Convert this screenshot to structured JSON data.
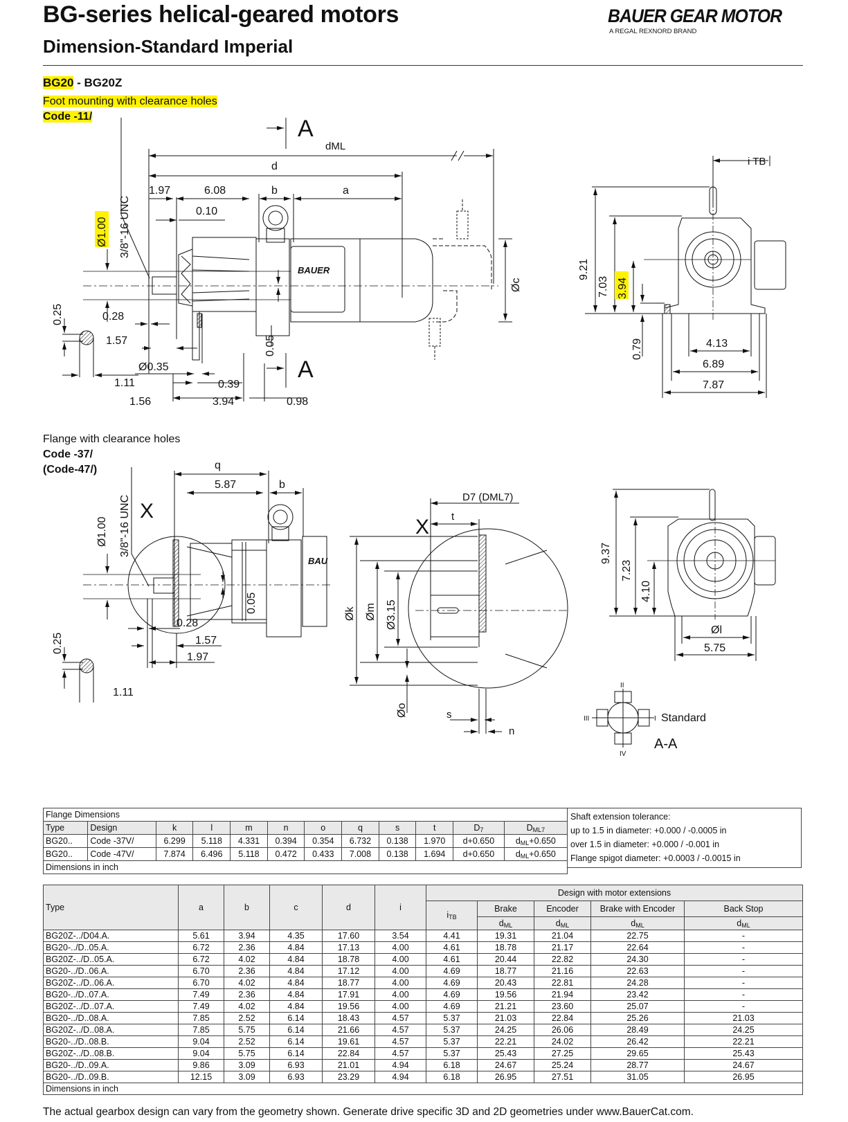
{
  "header": {
    "title": "BG-series helical-geared motors",
    "subtitle": "Dimension-Standard Imperial",
    "brand": "BAUER GEAR MOTOR",
    "brand_tagline": "A REGAL REXNORD BRAND",
    "highlight_color": "#fff200"
  },
  "model": {
    "primary": "BG20",
    "separator": " - ",
    "secondary": "BG20Z"
  },
  "section_foot": {
    "title": "Foot mounting with clearance holes",
    "code": "Code -11/"
  },
  "section_flange": {
    "title": "Flange with clearance holes",
    "code": "Code -37/",
    "code_alt": "(Code-47/)"
  },
  "drawing_foot": {
    "section_marker": "A",
    "labels": {
      "dML": "dML",
      "d": "d",
      "b": "b",
      "a": "a",
      "c": "Øc",
      "iTB": "i TB",
      "d197": "1.97",
      "d608": "6.08",
      "d010": "0.10",
      "shaft_dia": "Ø1.00",
      "thread": "3/8\"-16 UNC",
      "d025": "0.25",
      "d028": "0.28",
      "d157": "1.57",
      "hole": "Ø0.35",
      "d111": "1.11",
      "d039": "0.39",
      "d156": "1.56",
      "d394b": "3.94",
      "d098": "0.98",
      "d005": "0.05",
      "h921": "9.21",
      "h703": "7.03",
      "h394": "3.94",
      "h079": "0.79",
      "w413": "4.13",
      "w689": "6.89",
      "w787": "7.87",
      "logo": "BAUER"
    }
  },
  "drawing_flange": {
    "labels": {
      "q": "q",
      "d587": "5.87",
      "b": "b",
      "X": "X",
      "shaft_dia": "Ø1.00",
      "thread": "3/8\"-16 UNC",
      "d005": "0.05",
      "d028": "0.28",
      "d157": "1.57",
      "d197": "1.97",
      "d025": "0.25",
      "d111": "1.11",
      "D7": "D7 (DML7)",
      "t": "t",
      "k": "Øk",
      "m": "Øm",
      "d315": "Ø3.15",
      "o": "Øo",
      "s": "s",
      "n": "n",
      "h937": "9.37",
      "h723": "7.23",
      "h410": "4.10",
      "l": "Øl",
      "w575": "5.75",
      "pos_I": "I",
      "pos_II": "II",
      "pos_III": "III",
      "pos_IV": "IV",
      "standard": "Standard",
      "section": "A-A",
      "logo": "BAU"
    }
  },
  "flange_table": {
    "title": "Flange Dimensions",
    "headers": [
      "Type",
      "Design",
      "k",
      "l",
      "m",
      "n",
      "o",
      "q",
      "s",
      "t",
      "D7",
      "DML7"
    ],
    "rows": [
      [
        "BG20..",
        "Code -37V/",
        "6.299",
        "5.118",
        "4.331",
        "0.394",
        "0.354",
        "6.732",
        "0.138",
        "1.970",
        "d+0.650",
        "dML+0.650"
      ],
      [
        "BG20..",
        "Code -47V/",
        "7.874",
        "6.496",
        "5.118",
        "0.472",
        "0.433",
        "7.008",
        "0.138",
        "1.694",
        "d+0.650",
        "dML+0.650"
      ]
    ],
    "note": "Dimensions in inch"
  },
  "tolerance": {
    "title": "Shaft extension tolerance:",
    "line1": "up to 1.5 in diameter: +0.000 / -0.0005 in",
    "line2": "over 1.5 in diameter: +0.000 / -0.001 in",
    "line3": "Flange spigot diameter: +0.0003 / -0.0015 in"
  },
  "dims_table": {
    "group_header": "Design with motor extensions",
    "headers": [
      "Type",
      "a",
      "b",
      "c",
      "d",
      "i",
      "iTB"
    ],
    "ext_headers": [
      "Brake",
      "Encoder",
      "Brake with Encoder",
      "Back Stop"
    ],
    "ext_sub": "dML",
    "rows": [
      [
        "BG20Z-../D04.A.",
        "5.61",
        "3.94",
        "4.35",
        "17.60",
        "3.54",
        "4.41",
        "19.31",
        "21.04",
        "22.75",
        "-"
      ],
      [
        "BG20-../D..05.A.",
        "6.72",
        "2.36",
        "4.84",
        "17.13",
        "4.00",
        "4.61",
        "18.78",
        "21.17",
        "22.64",
        "-"
      ],
      [
        "BG20Z-../D..05.A.",
        "6.72",
        "4.02",
        "4.84",
        "18.78",
        "4.00",
        "4.61",
        "20.44",
        "22.82",
        "24.30",
        "-"
      ],
      [
        "BG20-../D..06.A.",
        "6.70",
        "2.36",
        "4.84",
        "17.12",
        "4.00",
        "4.69",
        "18.77",
        "21.16",
        "22.63",
        "-"
      ],
      [
        "BG20Z-../D..06.A.",
        "6.70",
        "4.02",
        "4.84",
        "18.77",
        "4.00",
        "4.69",
        "20.43",
        "22.81",
        "24.28",
        "-"
      ],
      [
        "BG20-../D..07.A.",
        "7.49",
        "2.36",
        "4.84",
        "17.91",
        "4.00",
        "4.69",
        "19.56",
        "21.94",
        "23.42",
        "-"
      ],
      [
        "BG20Z-../D..07.A.",
        "7.49",
        "4.02",
        "4.84",
        "19.56",
        "4.00",
        "4.69",
        "21.21",
        "23.60",
        "25.07",
        "-"
      ],
      [
        "BG20-../D..08.A.",
        "7.85",
        "2.52",
        "6.14",
        "18.43",
        "4.57",
        "5.37",
        "21.03",
        "22.84",
        "25.26",
        "21.03"
      ],
      [
        "BG20Z-../D..08.A.",
        "7.85",
        "5.75",
        "6.14",
        "21.66",
        "4.57",
        "5.37",
        "24.25",
        "26.06",
        "28.49",
        "24.25"
      ],
      [
        "BG20-../D..08.B.",
        "9.04",
        "2.52",
        "6.14",
        "19.61",
        "4.57",
        "5.37",
        "22.21",
        "24.02",
        "26.42",
        "22.21"
      ],
      [
        "BG20Z-../D..08.B.",
        "9.04",
        "5.75",
        "6.14",
        "22.84",
        "4.57",
        "5.37",
        "25.43",
        "27.25",
        "29.65",
        "25.43"
      ],
      [
        "BG20-../D..09.A.",
        "9.86",
        "3.09",
        "6.93",
        "21.01",
        "4.94",
        "6.18",
        "24.67",
        "25.24",
        "28.77",
        "24.67"
      ],
      [
        "BG20-../D..09.B.",
        "12.15",
        "3.09",
        "6.93",
        "23.29",
        "4.94",
        "6.18",
        "26.95",
        "27.51",
        "31.05",
        "26.95"
      ]
    ],
    "note": "Dimensions in inch"
  },
  "footer": "The actual gearbox design can vary from the geometry shown. Generate drive specific 3D and 2D geometries under www.BauerCat.com."
}
